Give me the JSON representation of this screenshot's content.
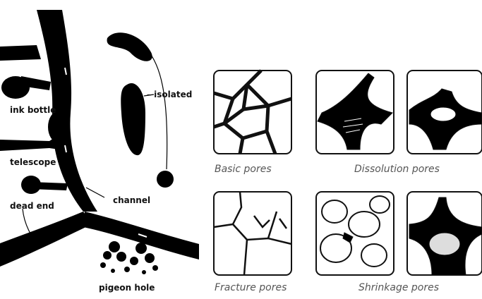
{
  "left_diagram": {
    "labels": {
      "isolated": "– isolated",
      "ink_bottle": "ink bottle",
      "telescope": "telescope",
      "dead_end": "dead end",
      "channel": "channel",
      "pigeon_hole": "pigeon hole"
    }
  },
  "right_panels": {
    "captions": {
      "basic": "Basic pores",
      "dissolution": "Dissolution pores",
      "fracture": "Fracture pores",
      "shrinkage": "Shrinkage pores"
    }
  }
}
